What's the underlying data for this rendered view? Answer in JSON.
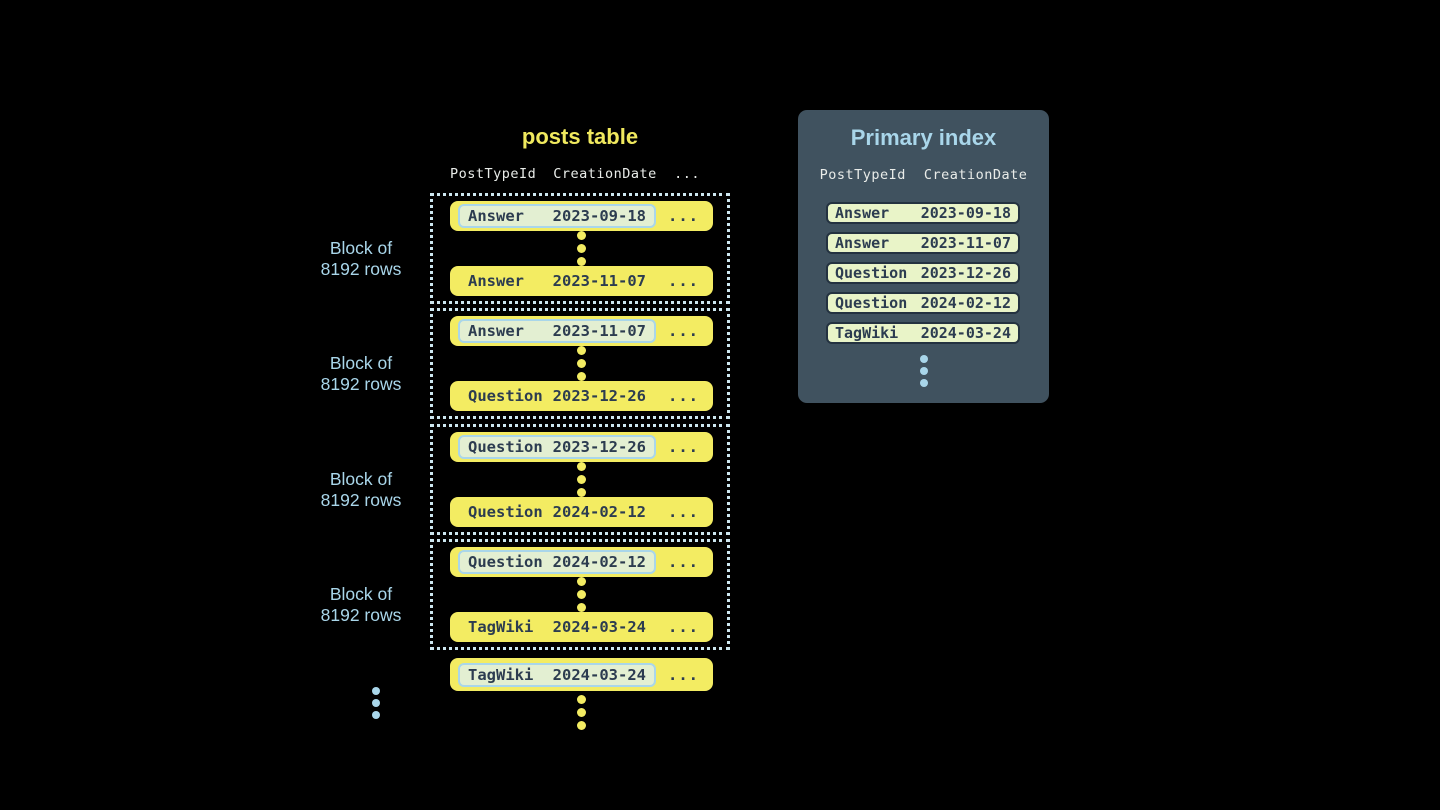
{
  "colors": {
    "background": "#000000",
    "row_yellow": "#f3ec62",
    "title_yellow": "#f0e95e",
    "light_blue": "#a9d6ea",
    "dotted_border": "#cde7f0",
    "dark_text": "#2c3c50",
    "highlight_bg": "#e3efd2",
    "highlight_border": "#a9d6ea",
    "panel_bg": "#40525f",
    "index_row_bg": "#e9f4c8",
    "index_row_border": "#243240",
    "header_text": "#e9ece9"
  },
  "posts_table": {
    "title": "posts table",
    "headers": {
      "col1": "PostTypeId",
      "col2": "CreationDate",
      "col3": "..."
    },
    "blocks": [
      {
        "label_line1": "Block of",
        "label_line2": "8192 rows",
        "rows": [
          {
            "type": "Answer",
            "date": "2023-09-18",
            "ellipsis": "..."
          },
          {
            "type": "Answer",
            "date": "2023-11-07",
            "ellipsis": "..."
          }
        ]
      },
      {
        "label_line1": "Block of",
        "label_line2": "8192 rows",
        "rows": [
          {
            "type": "Answer",
            "date": "2023-11-07",
            "ellipsis": "..."
          },
          {
            "type": "Question",
            "date": "2023-12-26",
            "ellipsis": "..."
          }
        ]
      },
      {
        "label_line1": "Block of",
        "label_line2": "8192 rows",
        "rows": [
          {
            "type": "Question",
            "date": "2023-12-26",
            "ellipsis": "..."
          },
          {
            "type": "Question",
            "date": "2024-02-12",
            "ellipsis": "..."
          }
        ]
      },
      {
        "label_line1": "Block of",
        "label_line2": "8192 rows",
        "rows": [
          {
            "type": "Question",
            "date": "2024-02-12",
            "ellipsis": "..."
          },
          {
            "type": "TagWiki",
            "date": "2024-03-24",
            "ellipsis": "..."
          }
        ]
      }
    ],
    "trailing_row": {
      "type": "TagWiki",
      "date": "2024-03-24",
      "ellipsis": "..."
    }
  },
  "primary_index": {
    "title": "Primary index",
    "headers": {
      "col1": "PostTypeId",
      "col2": "CreationDate"
    },
    "rows": [
      {
        "type": "Answer",
        "date": "2023-09-18"
      },
      {
        "type": "Answer",
        "date": "2023-11-07"
      },
      {
        "type": "Question",
        "date": "2023-12-26"
      },
      {
        "type": "Question",
        "date": "2024-02-12"
      },
      {
        "type": "TagWiki",
        "date": "2024-03-24"
      }
    ]
  }
}
